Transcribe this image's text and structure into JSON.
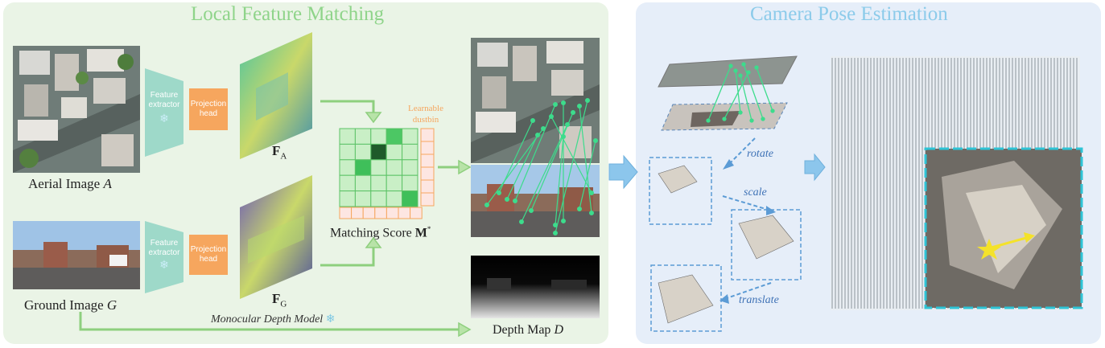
{
  "titles": {
    "local_feature_matching": "Local Feature Matching",
    "camera_pose_estimation": "Camera Pose Estimation"
  },
  "inputs": {
    "aerial_caption": "Aerial Image",
    "aerial_symbol": "A",
    "ground_caption": "Ground Image",
    "ground_symbol": "G"
  },
  "modules": {
    "feature_extractor": "Feature extractor",
    "projection_head": "Projection head",
    "frozen_icon": "snowflake-icon"
  },
  "features": {
    "aerial_label": "F",
    "aerial_sub": "A",
    "ground_label": "F",
    "ground_sub": "G"
  },
  "matching": {
    "caption": "Matching Score",
    "symbol": "M",
    "superscript": "*",
    "dustbin": "Learnable dustbin"
  },
  "depth": {
    "model_label": "Monocular Depth Model",
    "map_caption": "Depth Map",
    "map_symbol": "D"
  },
  "pose_steps": {
    "rotate": "rotate",
    "scale": "scale",
    "translate": "translate"
  },
  "colors": {
    "left_panel_bg": "#eaf4e6",
    "right_panel_bg": "#e6eef9",
    "left_title": "#8fd48a",
    "right_title": "#8ccbea",
    "extractor": "#9ed9c9",
    "projection": "#f6a65e",
    "flow_arrow": "#b8e3a8",
    "match_line": "#3ddc8c",
    "pose_arrow": "#5b9bd5",
    "highlight_box": "#2ec4d6"
  }
}
